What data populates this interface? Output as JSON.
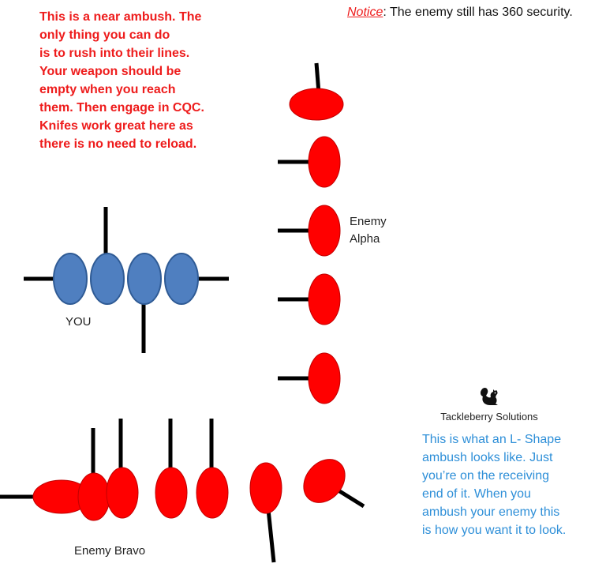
{
  "notes": {
    "red_lines": [
      "This is a near ambush. The",
      "only thing you can do",
      "is to rush into their lines.",
      "Your weapon should be",
      "empty when you reach",
      "them. Then engage in CQC.",
      "Knifes work great here as",
      "there is no need to reload."
    ],
    "notice_label": "Notice",
    "notice_text": ": The enemy still has 360 security.",
    "blue_lines": [
      "This is what  an L- Shape",
      "ambush looks like. Just",
      "you’re on the receiving",
      "end of it. When you",
      "ambush your enemy this",
      "is how you want it to look."
    ]
  },
  "labels": {
    "you": "YOU",
    "enemy_alpha_line1": "Enemy",
    "enemy_alpha_line2": "Alpha",
    "enemy_bravo": "Enemy Bravo",
    "brand": "Tackleberry Solutions"
  },
  "icons": {
    "brand_logo": "squirrel-icon"
  },
  "colors": {
    "friendly": "#4f7fc0",
    "friendly_stroke": "#2f5b95",
    "enemy": "#ff0000",
    "enemy_stroke": "#c00000",
    "weapon": "#000000",
    "note_red": "#ee1c1c",
    "note_blue": "#2e8fd8"
  }
}
